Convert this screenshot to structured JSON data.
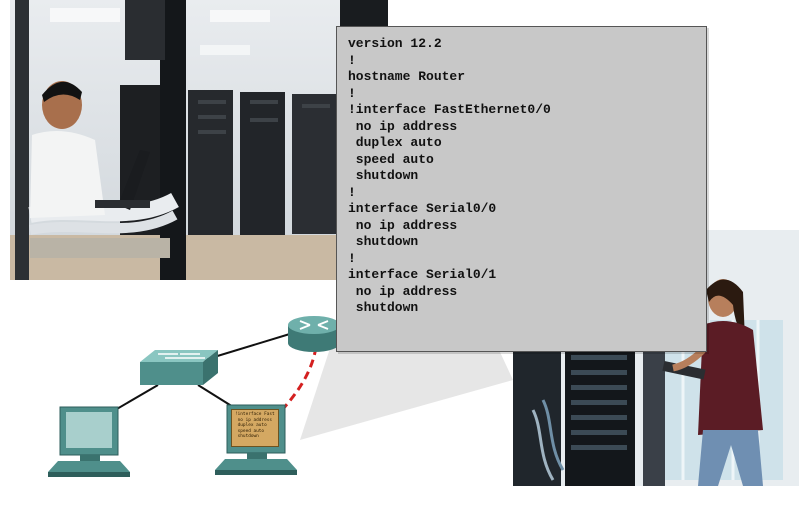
{
  "console": {
    "lines": [
      "version 12.2",
      "!",
      "hostname Router",
      "!",
      "!interface FastEthernet0/0",
      " no ip address",
      " duplex auto",
      " speed auto",
      " shutdown",
      "!",
      "interface Serial0/0",
      " no ip address",
      " shutdown",
      "!",
      "interface Serial0/1",
      " no ip address",
      " shutdown"
    ]
  },
  "mini_screen": {
    "lines": [
      "!interface Fast",
      " no ip address",
      " duplex auto",
      " speed auto",
      " shutdown"
    ]
  },
  "colors": {
    "device_teal": "#4f8f8b",
    "console_link": "#d42020",
    "panel_gray": "#c8c8c8"
  }
}
